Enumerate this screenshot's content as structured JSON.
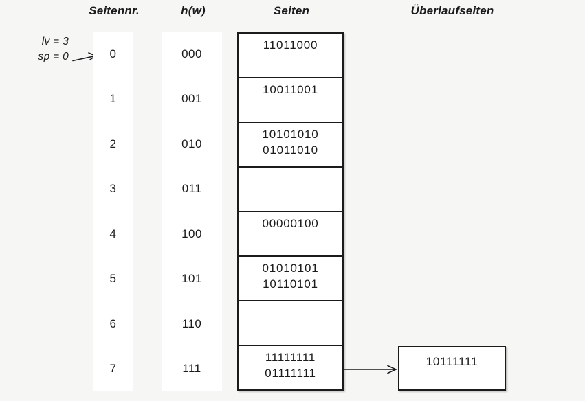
{
  "colors": {
    "background": "#f6f6f5",
    "box_fill": "#ffffff",
    "line_and_text": "#1b1b1b"
  },
  "headers": {
    "seitennr": "Seitennr.",
    "hw": "h(w)",
    "seiten": "Seiten",
    "ueberlaufseiten": "Überlaufseiten"
  },
  "annotation": {
    "lv": "lv = 3",
    "sp": "sp = 0"
  },
  "rows": [
    {
      "nr": "0",
      "hash": "000",
      "values": [
        "11011000"
      ]
    },
    {
      "nr": "1",
      "hash": "001",
      "values": [
        "10011001"
      ]
    },
    {
      "nr": "2",
      "hash": "010",
      "values": [
        "10101010",
        "01011010"
      ]
    },
    {
      "nr": "3",
      "hash": "011",
      "values": []
    },
    {
      "nr": "4",
      "hash": "100",
      "values": [
        "00000100"
      ]
    },
    {
      "nr": "5",
      "hash": "101",
      "values": [
        "01010101",
        "10110101"
      ]
    },
    {
      "nr": "6",
      "hash": "110",
      "values": []
    },
    {
      "nr": "7",
      "hash": "111",
      "values": [
        "11111111",
        "01111111"
      ]
    }
  ],
  "overflow": {
    "attached_to_row": "7",
    "values": [
      "10111111"
    ]
  }
}
